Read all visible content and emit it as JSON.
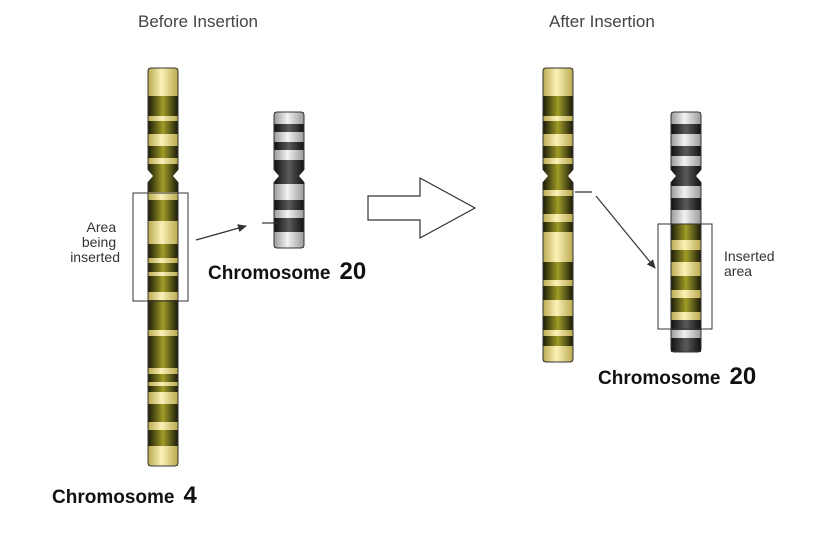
{
  "headings": {
    "before": "Before Insertion",
    "after": "After Insertion"
  },
  "labels": {
    "area_being_inserted": [
      "Area",
      "being",
      "inserted"
    ],
    "inserted_area": [
      "Inserted",
      "area"
    ],
    "chromosome_word": "Chromosome",
    "chromosome_4_number": "4",
    "chromosome_20_number": "20"
  },
  "colors": {
    "yellow_band": "#f2e49a",
    "dark_band": "#2a2a10",
    "olive_band": "#8f8c1f",
    "grey_band": "#2b2b2b",
    "light_grey_band": "#d6d6d6",
    "outline": "#333333"
  },
  "icons": {
    "transition_arrow": "right-arrow-outline-icon"
  }
}
